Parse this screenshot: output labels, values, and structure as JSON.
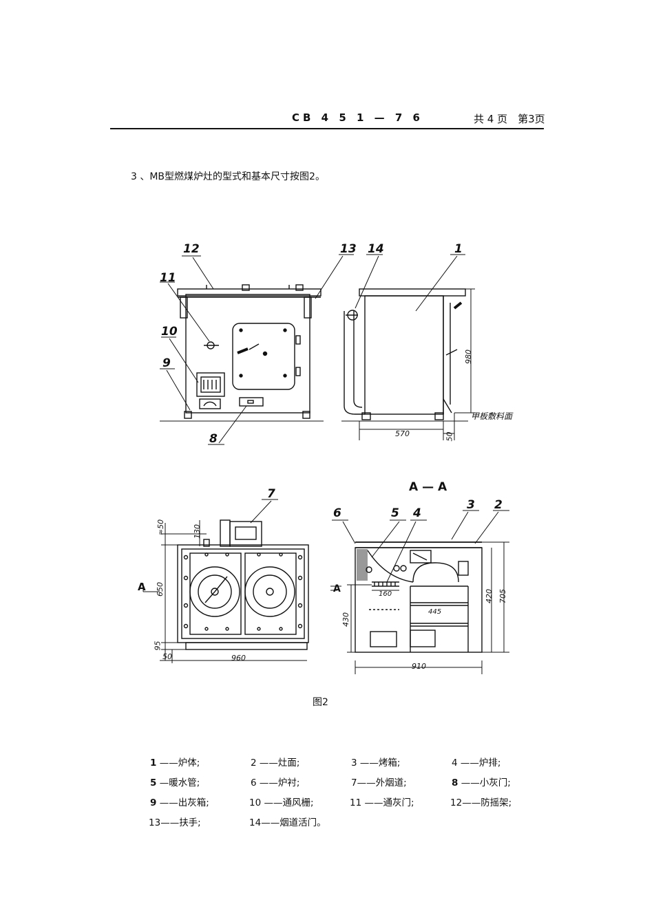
{
  "header": {
    "code": "CB 4 5 1 — 7 6",
    "pages": "共 4 页　第3页"
  },
  "intro": "3 、MB型燃煤炉灶的型式和基本尺寸按图2。",
  "figure": {
    "caption": "图2",
    "section_title": "A — A",
    "part_numbers": [
      "1",
      "2",
      "3",
      "4",
      "5",
      "6",
      "7",
      "8",
      "9",
      "10",
      "11",
      "12",
      "13",
      "14"
    ],
    "dimensions": [
      "570",
      "50",
      "980",
      "甲板敷料面",
      "≈50",
      "130",
      "650",
      "95",
      "50",
      "960",
      "A",
      "160",
      "430",
      "420",
      "705",
      "445",
      "910"
    ]
  },
  "legend": [
    {
      "num": "1",
      "name": "炉体;"
    },
    {
      "num": "2",
      "name": "灶面;"
    },
    {
      "num": "3",
      "name": "烤箱;"
    },
    {
      "num": "4",
      "name": "炉排;"
    },
    {
      "num": "5",
      "name": "暖水管;"
    },
    {
      "num": "6",
      "name": "炉衬;"
    },
    {
      "num": "7",
      "name": "外烟道;"
    },
    {
      "num": "8",
      "name": "小灰门;"
    },
    {
      "num": "9",
      "name": "出灰箱;"
    },
    {
      "num": "10",
      "name": "通风栅;"
    },
    {
      "num": "11",
      "name": "通灰门;"
    },
    {
      "num": "12",
      "name": "防摇架;"
    },
    {
      "num": "13",
      "name": "扶手;"
    },
    {
      "num": "14",
      "name": "烟道活门。"
    }
  ]
}
